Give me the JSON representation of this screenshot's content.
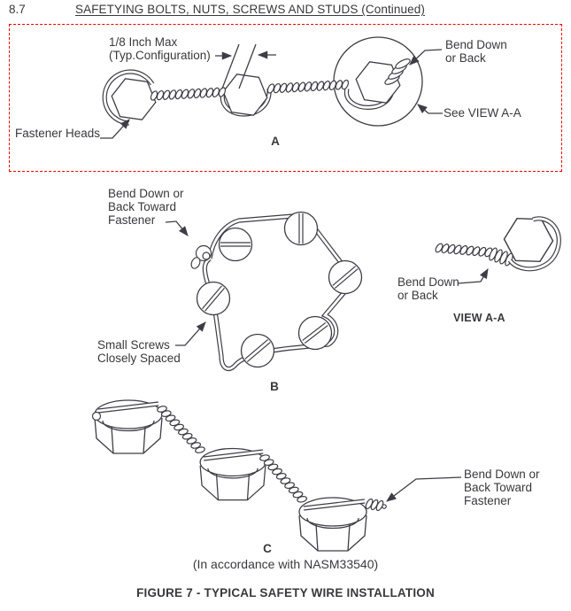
{
  "page": {
    "section_number": "8.7",
    "title": "SAFETYING BOLTS, NUTS, SCREWS AND STUDS (Continued)",
    "caption": "FIGURE 7 - TYPICAL SAFETY WIRE INSTALLATION",
    "colors": {
      "line": "#3d3d46",
      "text": "#39393d",
      "highlight_border": "#ee0000",
      "background": "#ffffff"
    }
  },
  "figure_a": {
    "letter": "A",
    "labels": {
      "dimension": "1/8 Inch Max\n(Typ.Configuration)",
      "bend": "Bend Down\nor Back",
      "see_view": "See VIEW A-A",
      "fastener_heads": "Fastener Heads"
    }
  },
  "figure_b": {
    "letter": "B",
    "labels": {
      "bend": "Bend Down or\nBack Toward\nFastener",
      "small_screws": "Small Screws\nClosely Spaced"
    }
  },
  "view_aa": {
    "title": "VIEW A-A",
    "labels": {
      "bend": "Bend Down\nor Back"
    }
  },
  "figure_c": {
    "letter": "C",
    "labels": {
      "bend": "Bend Down or\nBack Toward\nFastener"
    },
    "note": "(In accordance with NASM33540)"
  }
}
